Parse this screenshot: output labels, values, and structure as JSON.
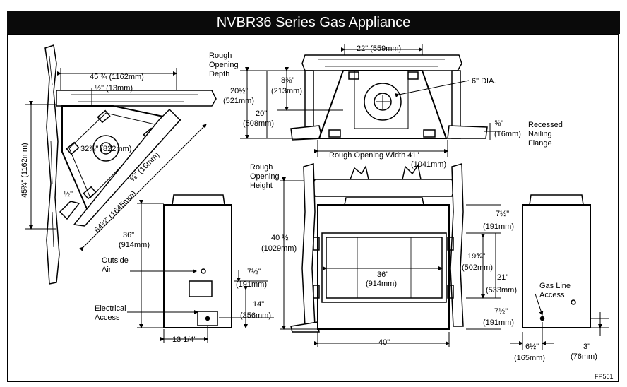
{
  "title": "NVBR36 Series Gas Appliance",
  "figure_code": "FP561",
  "corner_view": {
    "width": "45 ¾ (1162mm)",
    "height": "45¾\" (1162mm)",
    "half_top": "½\" (13mm)",
    "half_side": "½\"",
    "diag": "64¾\" (1645mm)",
    "diag_small": "⅝\" (16mm)",
    "depth": "32⅜\" (822mm)"
  },
  "top_view": {
    "width_top": "22\" (559mm)",
    "rough_label": [
      "Rough",
      "Opening",
      "Depth"
    ],
    "d1": "20½\"",
    "d1mm": "(521mm)",
    "d2": "8⅜\"",
    "d2mm": "(213mm)",
    "d3": "20\"",
    "d3mm": "(508mm)",
    "dia": "6\" DIA.",
    "flange_in": "⅝\"",
    "flange_mm": "(16mm)",
    "flange_label": [
      "Recessed",
      "Nailing",
      "Flange"
    ],
    "rough_width": "Rough Opening Width 41\"",
    "rough_width_mm": "(1041mm)"
  },
  "side_view": {
    "h": "36\"",
    "hmm": "(914mm)",
    "outside_air": [
      "Outside",
      "Air"
    ],
    "electrical": [
      "Electrical",
      "Access"
    ],
    "d75": "7½\"",
    "d75mm": "(191mm)",
    "d14": "14\"",
    "d14mm": "(356mm)",
    "w": "13 1/4\""
  },
  "front_view": {
    "rough_height": [
      "Rough",
      "Opening",
      "Height"
    ],
    "h": "40 ½",
    "hmm": "(1029mm)",
    "w_inner": "36\"",
    "w_inner_mm": "(914mm)",
    "w_outer": "40\"",
    "r1": "7½\"",
    "r1mm": "(191mm)",
    "r2": "19¾\"",
    "r2mm": "(502mm)",
    "r3": "21\"",
    "r3mm": "(533mm)",
    "r4": "7½\"",
    "r4mm": "(191mm)"
  },
  "right_view": {
    "gas_line": [
      "Gas Line",
      "Access"
    ],
    "d65": "6½\"",
    "d65mm": "(165mm)",
    "d3": "3\"",
    "d3mm": "(76mm)"
  }
}
